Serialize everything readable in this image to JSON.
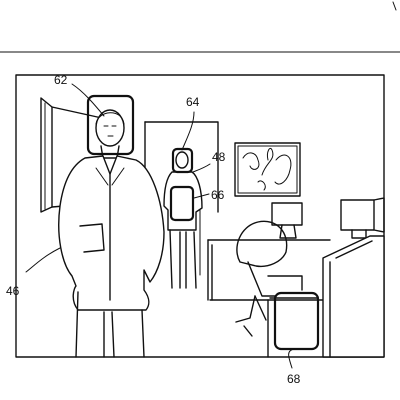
{
  "figure": {
    "colors": {
      "stroke": "#111111",
      "background": "#ffffff"
    },
    "labels": {
      "ref_62": "62",
      "ref_64": "64",
      "ref_48": "48",
      "ref_66": "66",
      "ref_46": "46",
      "ref_68": "68"
    }
  }
}
